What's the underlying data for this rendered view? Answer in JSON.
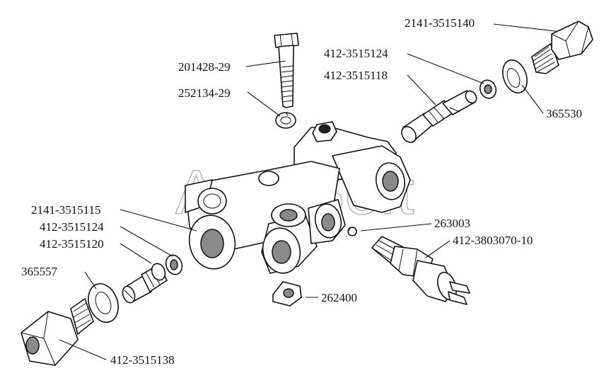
{
  "watermark": "AutoSoft",
  "parts": {
    "bolt": "201428-29",
    "lock_washer": "252134-29",
    "fitting_top_right": "2141-3515140",
    "washer_small_top": "412-3515124",
    "valve_top": "412-3515118",
    "washer_large_top": "365530",
    "body": "2141-3515115",
    "washer_small_left": "412-3515124",
    "valve_left": "412-3515120",
    "washer_large_left": "365557",
    "ball": "263003",
    "switch": "412-3803070-10",
    "nut": "262400",
    "fitting_bottom_left": "412-3515138"
  }
}
